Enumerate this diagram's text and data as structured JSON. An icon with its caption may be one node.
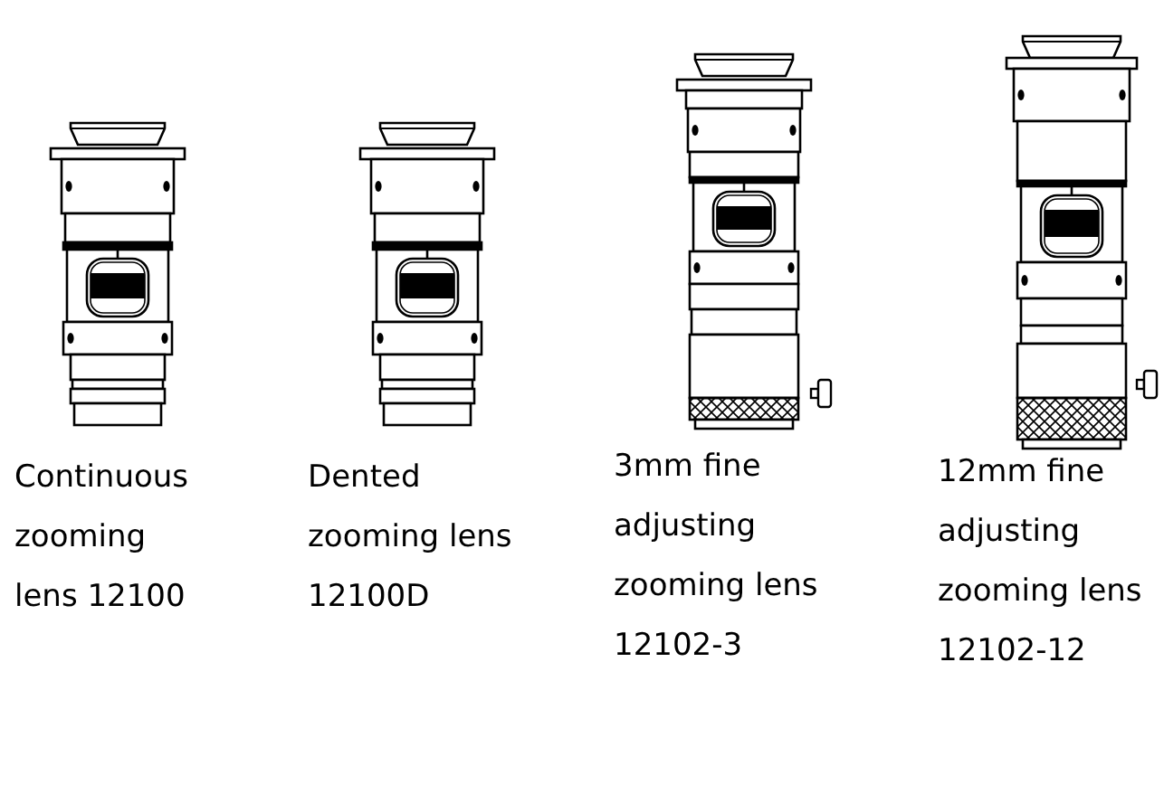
{
  "diagram": {
    "labels": [
      "Continuous zooming lens 12100",
      "Dented zooming lens 12100D",
      "3mm fine adjusting zooming lens 12102-3",
      "12mm fine adjusting zooming lens 12102-12"
    ]
  }
}
